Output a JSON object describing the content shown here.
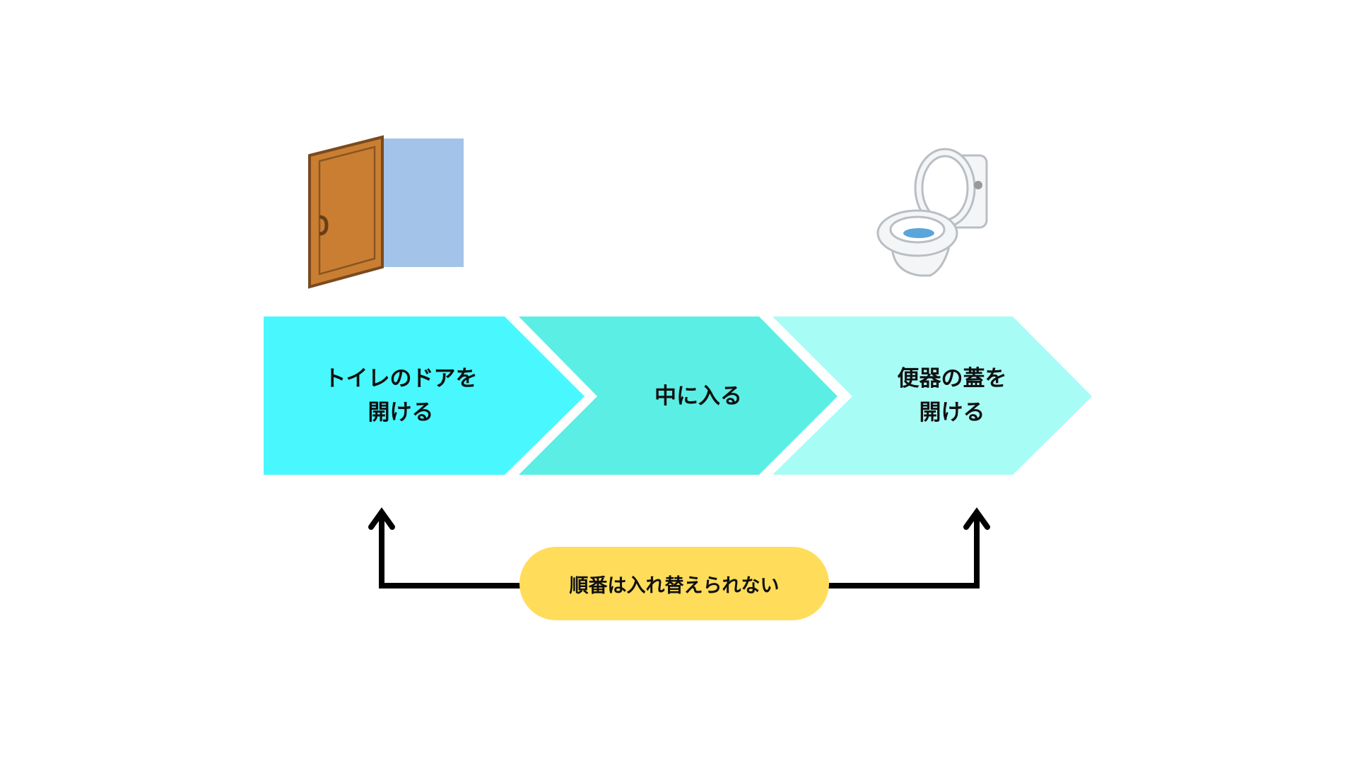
{
  "steps": [
    {
      "line1": "トイレのドアを",
      "line2": "開ける",
      "color": "#48F8FE"
    },
    {
      "line1": "中に入る",
      "color": "#5BEEE4"
    },
    {
      "line1": "便器の蓋を",
      "line2": "開ける",
      "color": "#A8FCF6"
    }
  ],
  "note": {
    "text": "順番は入れ替えられない",
    "color": "#FFDD5A"
  },
  "illustrations": [
    "door-icon",
    "toilet-icon"
  ]
}
